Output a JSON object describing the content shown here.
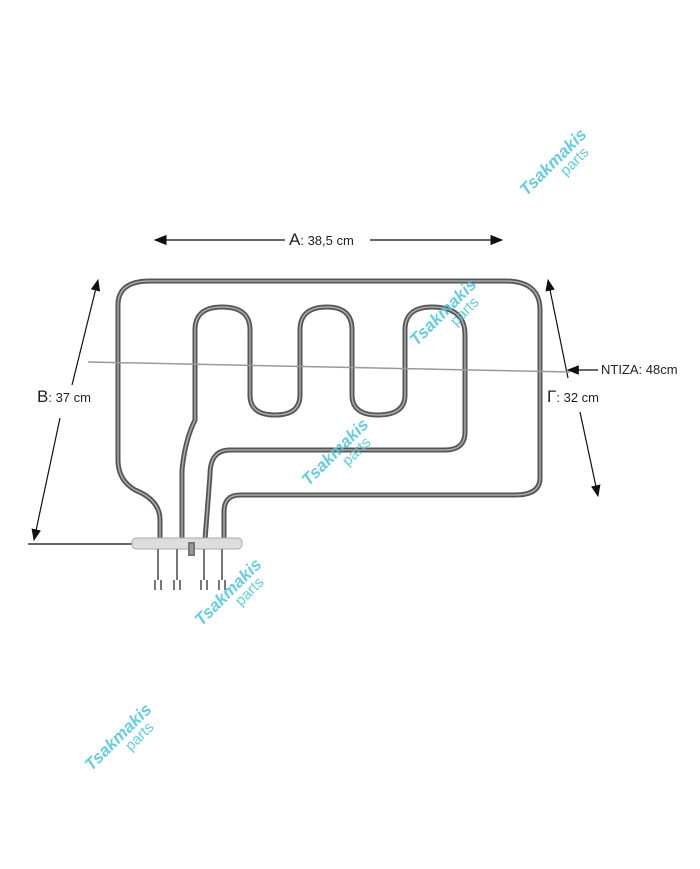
{
  "dimensions": {
    "a": {
      "letter": "A",
      "value": ": 38,5 cm"
    },
    "b": {
      "letter": "B",
      "value": ": 37 cm"
    },
    "g": {
      "letter": "Γ",
      "value": ": 32 cm"
    },
    "rod": {
      "label": "NTIZA: 48cm"
    }
  },
  "watermark": {
    "brand": "Tsakmakis",
    "sub": "parts",
    "color": "#4fc3d6"
  }
}
